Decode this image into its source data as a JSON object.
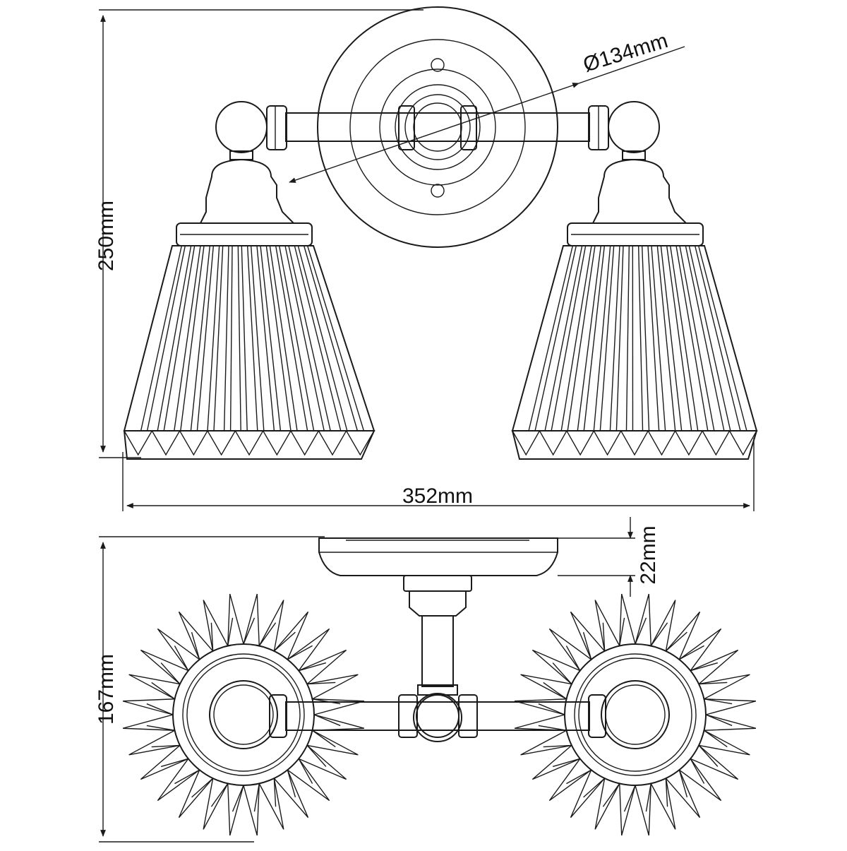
{
  "drawing": {
    "front_view": {
      "height_label": "250mm",
      "width_label": "352mm",
      "diameter_label": "Ø134mm"
    },
    "top_view": {
      "depth_label": "167mm",
      "backplate_depth_label": "22mm"
    }
  }
}
